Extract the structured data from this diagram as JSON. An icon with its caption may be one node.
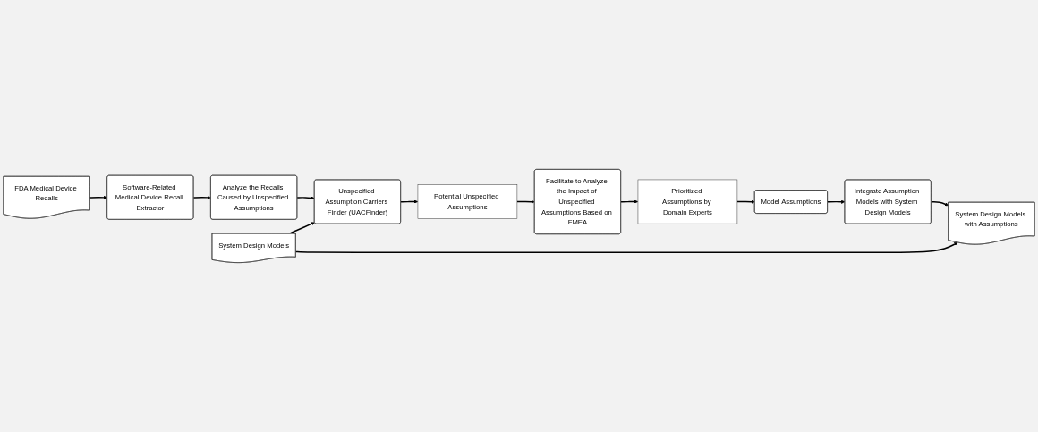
{
  "diagram": {
    "nodes": [
      {
        "text": [
          "FDA Medical Device Recalls"
        ]
      },
      {
        "text": [
          "Software-Related Medical Device Recall Extractor"
        ]
      },
      {
        "text": [
          "Analyze the Recalls Caused by Unspecified Assumptions"
        ]
      },
      {
        "text": [
          "System Design Models"
        ]
      },
      {
        "text": [
          "Unspecified Assumption Carriers Finder (UACFinder)"
        ]
      },
      {
        "text": [
          "Potential Unspecified Assumptions"
        ]
      },
      {
        "text": [
          "Facilitate to Analyze the Impact of Unspecified Assumptions Based on FMEA"
        ]
      },
      {
        "text": [
          "Prioritized Assumptions by Domain Experts"
        ]
      },
      {
        "text": [
          "System Design Models with Assumptions"
        ]
      },
      {
        "text": [
          "Integrate Assumption Models with System Design Models"
        ]
      },
      {
        "text": [
          "Model Assumptions"
        ]
      }
    ],
    "edges": [
      {
        "from": 0,
        "to": 1,
        "arrow": "to"
      },
      {
        "from": 1,
        "to": 2,
        "arrow": "to"
      },
      {
        "from": 2,
        "to": 4,
        "arrow": "to"
      },
      {
        "from": 3,
        "to": 4,
        "arrow": "to"
      },
      {
        "from": 4,
        "to": 5,
        "arrow": "to"
      },
      {
        "from": 5,
        "to": 6,
        "arrow": "to"
      },
      {
        "from": 6,
        "to": 7,
        "arrow": "to"
      },
      {
        "from": 7,
        "to": 10,
        "arrow": "to"
      },
      {
        "from": 10,
        "to": 9,
        "arrow": "to"
      },
      {
        "from": 9,
        "to": 8,
        "arrow": "to"
      },
      {
        "from": 3,
        "to": 8,
        "arrow": "to"
      }
    ]
  }
}
